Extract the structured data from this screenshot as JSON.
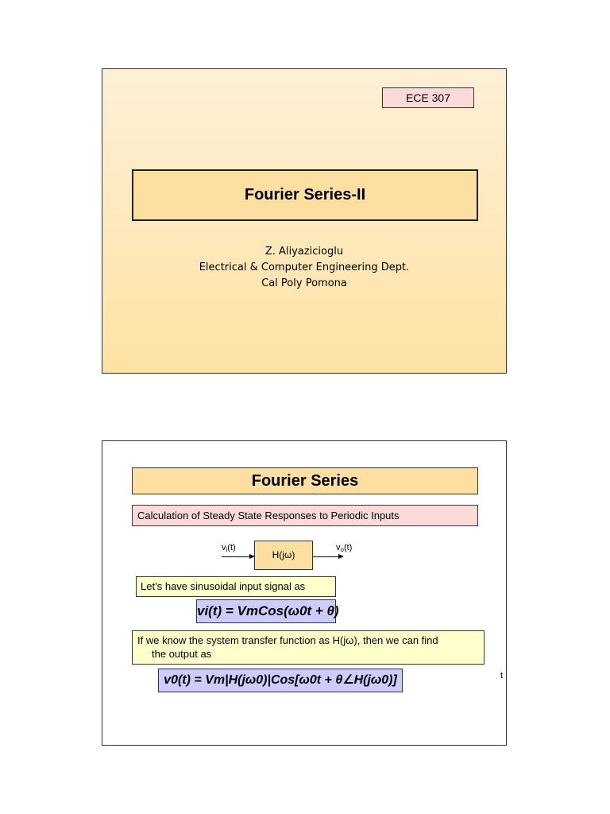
{
  "slide1": {
    "course": "ECE 307",
    "title": "Fourier Series-II",
    "author": "Z. Aliyazicioglu",
    "department": "Electrical & Computer Engineering Dept.",
    "university": "Cal Poly Pomona"
  },
  "slide2": {
    "title": "Fourier Series",
    "subtitle": "Calculation of Steady State Responses to Periodic Inputs",
    "diagram": {
      "input_v": "v",
      "input_sub": "i",
      "input_t": "(t)",
      "output_v": "v",
      "output_sub": "o",
      "output_t": "(t)",
      "block": "H(jω)"
    },
    "note1": "Let’s have sinusoidal input signal as",
    "equation1": "vi(t) = VmCos(ω0t + θ)",
    "note2_line1": "If we know the system transfer function as H(jω), then we can find",
    "note2_line2": "the output as",
    "equation2": "v0(t) = Vm|H(jω0)|Cos[ω0t + θ∠H(jω0)]",
    "edge_char": "t"
  },
  "colors": {
    "title_fill": "#fde0a1",
    "pink_fill": "#fddada",
    "note_fill": "#ffffcc",
    "equation_fill": "#ccccff"
  }
}
